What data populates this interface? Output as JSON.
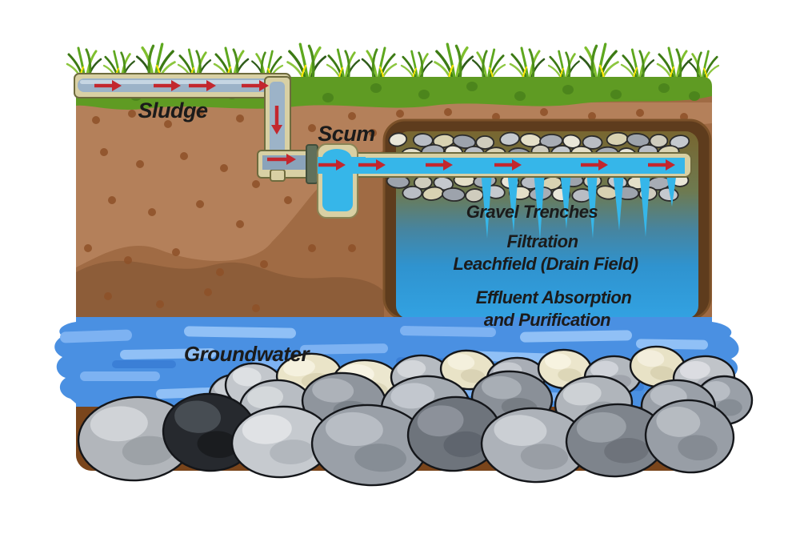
{
  "diagram": {
    "type": "illustration",
    "subject": "septic-leachfield-cross-section"
  },
  "labels": {
    "sludge": "Sludge",
    "scum": "Scum",
    "gravel_trenches": "Gravel Trenches",
    "filtration": "Filtration",
    "leachfield": "Leachfield (Drain Field)",
    "effluent_absorption": "Effluent Absorption",
    "and_purification": "and Purification",
    "groundwater": "Groundwater"
  },
  "colors": {
    "grass_green": "#5f9b23",
    "soil_light": "#b4805a",
    "soil_mid": "#a06b44",
    "soil_dark": "#8d5d39",
    "soil_deep": "#7a451b",
    "leachfield_border": "#5e3c1d",
    "leachfield_top": "#786630",
    "leachfield_bottom": "#32a2e2",
    "pipe_casing": "#d8d0a4",
    "pipe_steel": "#9cb3c8",
    "effluent_blue": "#36b6e9",
    "water_blue": "#4a90e2",
    "arrow_red": "#c3272e"
  }
}
